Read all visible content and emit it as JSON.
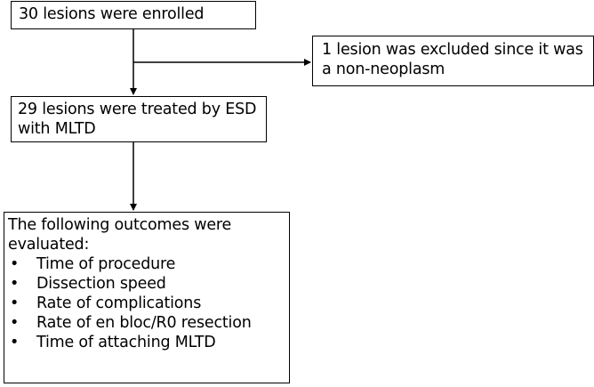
{
  "flow": {
    "enrolled": "30 lesions were enrolled",
    "excluded": "1 lesion was excluded since it was a non-neoplasm",
    "treated": "29 lesions were treated by ESD with MLTD",
    "outcomes_heading": "The following outcomes were evaluated:",
    "outcomes": [
      "Time of procedure",
      "Dissection speed",
      "Rate of complications",
      "Rate of en bloc/R0 resection",
      "Time of attaching MLTD"
    ],
    "bullet": "•"
  }
}
